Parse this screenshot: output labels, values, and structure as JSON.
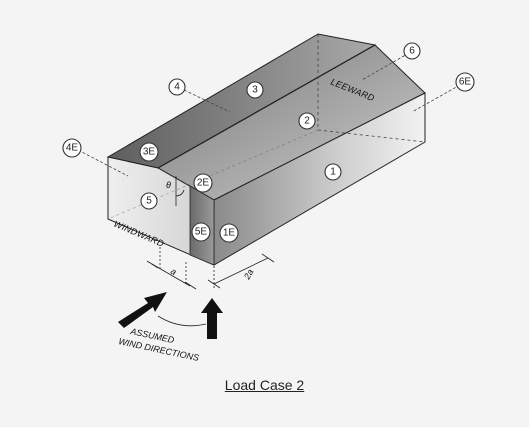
{
  "zones": {
    "z1": "1",
    "z2": "2",
    "z3": "3",
    "z4": "4",
    "z5": "5",
    "z6": "6",
    "z1e": "1E",
    "z2e": "2E",
    "z3e": "3E",
    "z4e": "4E",
    "z5e": "5E",
    "z6e": "6E"
  },
  "labels": {
    "leeward": "LEEWARD",
    "windward": "WINDWARD",
    "theta": "θ",
    "dim_a": "a",
    "dim_2a": "2a",
    "wind_line1": "ASSUMED",
    "wind_line2": "WIND DIRECTIONS"
  },
  "caption": "Load Case 2"
}
